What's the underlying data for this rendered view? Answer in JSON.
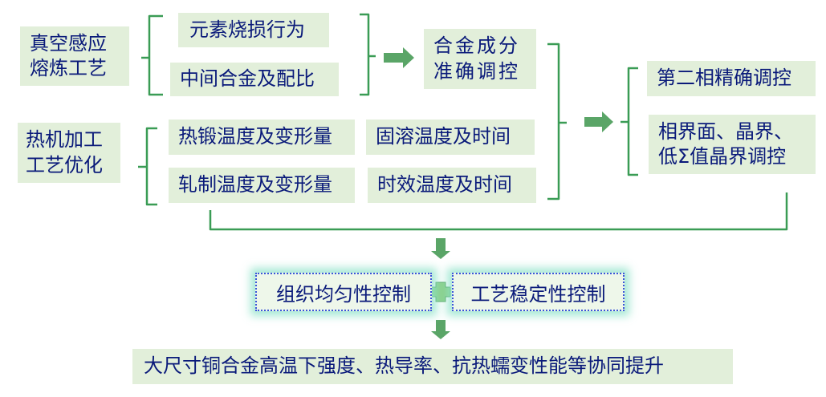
{
  "process": {
    "vacuum_melting": "真空感应熔炼工艺",
    "hot_working": "热机加工工艺优化"
  },
  "melting_params": {
    "elements": "元素烧损行为",
    "master_alloy": "中间合金及配比"
  },
  "composition": "合金成分准确调控",
  "working_params": {
    "forging": "热锻温度及变形量",
    "solution": "固溶温度及时间",
    "rolling": "轧制温度及变形量",
    "aging": "时效温度及时间"
  },
  "phase_control": {
    "second_phase": "第二相精确调控",
    "boundary": "相界面、晶界、低Σ值晶界调控"
  },
  "controls": {
    "microstructure": "组织均匀性控制",
    "process_stability": "工艺稳定性控制"
  },
  "goal": "大尺寸铜合金高温下强度、热导率、抗热蠕变性能等协同提升",
  "colors": {
    "box_fill": "#e2efda",
    "line": "#3a9c55",
    "arrow": "#5aa567",
    "text": "#0a1a7a"
  }
}
